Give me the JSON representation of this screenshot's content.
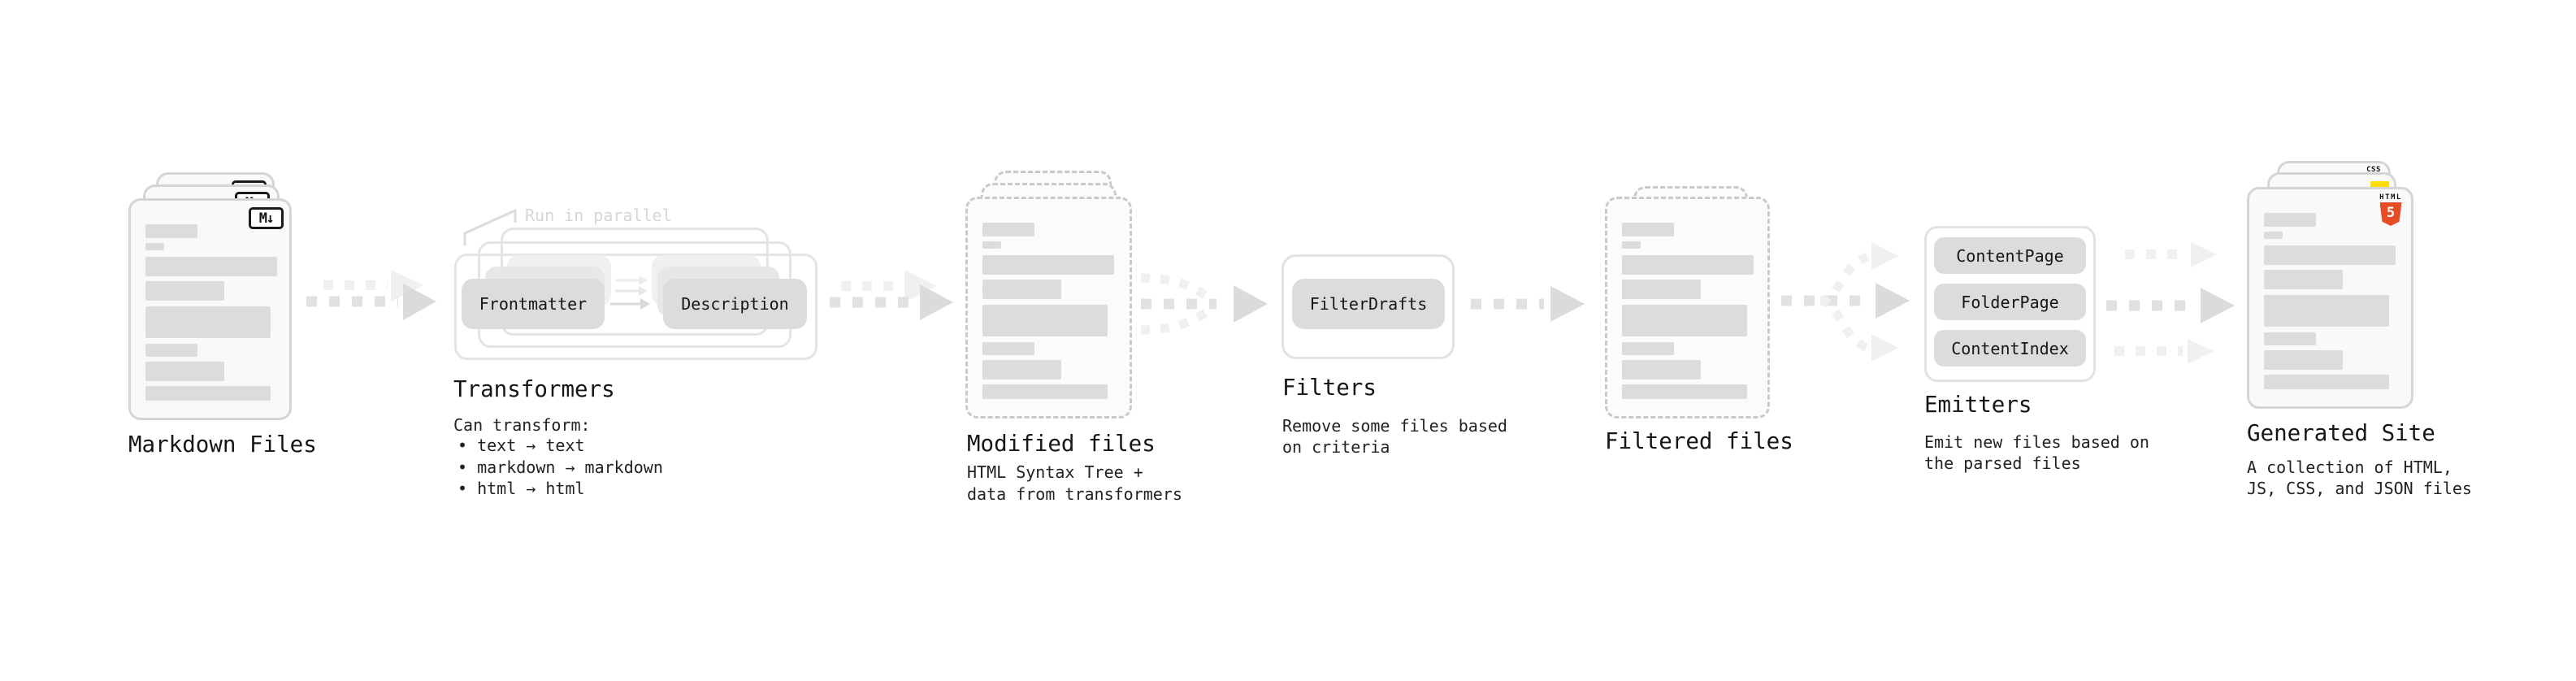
{
  "colors": {
    "html5_badge": "#e44d26",
    "js_badge": "#ffdd00",
    "css_badge": "#2c63e8",
    "placeholder_bar": "#dcdcdc",
    "arrow_dark": "#e1e1e1",
    "arrow_light": "#f0f0f0"
  },
  "markdown_files": {
    "label": "Markdown Files",
    "badge": "M↓"
  },
  "transformers": {
    "title": "Transformers",
    "note": "Run in parallel",
    "intro": "Can transform:",
    "bullets": [
      "• text → text",
      "• markdown → markdown",
      "• html → html"
    ],
    "steps": [
      "Frontmatter",
      "Description"
    ]
  },
  "modified_files": {
    "title": "Modified files",
    "desc_line1": "HTML Syntax Tree +",
    "desc_line2": "data from transformers"
  },
  "filters": {
    "title": "Filters",
    "button": "FilterDrafts",
    "desc_line1": "Remove some files based",
    "desc_line2": "on criteria"
  },
  "filtered_files": {
    "label": "Filtered files"
  },
  "emitters": {
    "title": "Emitters",
    "buttons": [
      "ContentPage",
      "FolderPage",
      "ContentIndex"
    ],
    "desc_line1": "Emit new files based on",
    "desc_line2": "the parsed files"
  },
  "generated_site": {
    "title": "Generated Site",
    "desc_line1": "A collection of HTML,",
    "desc_line2": "JS, CSS, and JSON files",
    "badges": {
      "html_label": "HTML",
      "html_number": "5",
      "css_label": "CSS"
    }
  }
}
